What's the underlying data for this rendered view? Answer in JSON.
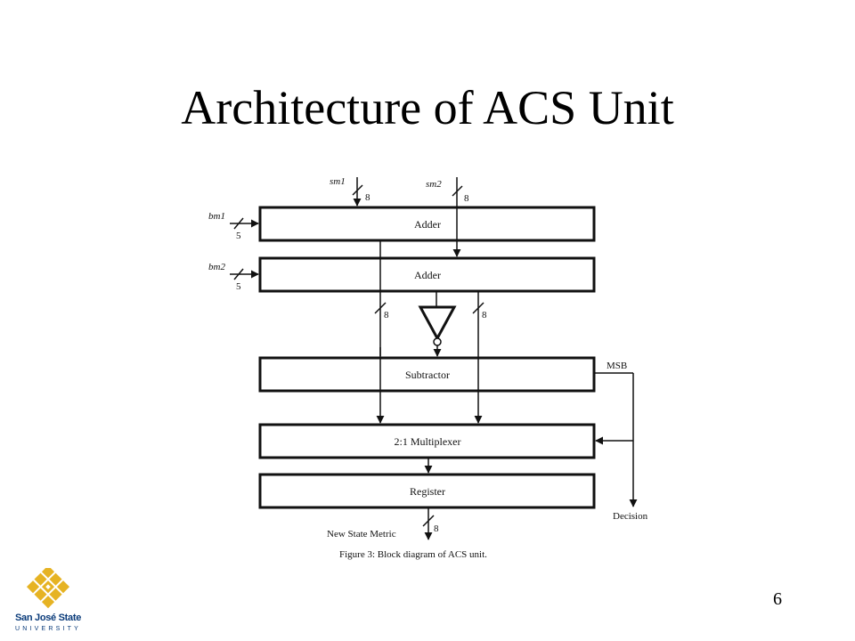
{
  "slide": {
    "title": "Architecture of ACS Unit",
    "page_number": "6"
  },
  "diagram": {
    "inputs": {
      "sm1": "sm1",
      "sm2": "sm2",
      "bm1": "bm1",
      "bm2": "bm2"
    },
    "bus_widths": {
      "sm1": "8",
      "sm2": "8",
      "bm1": "5",
      "bm2": "5",
      "adder1_out": "8",
      "adder2_out": "8",
      "output": "8"
    },
    "blocks": {
      "adder1": "Adder",
      "adder2": "Adder",
      "subtractor": "Subtractor",
      "mux": "2:1 Multiplexer",
      "register": "Register"
    },
    "labels": {
      "msb": "MSB",
      "decision": "Decision",
      "output": "New State Metric"
    },
    "caption": "Figure 3:  Block diagram of ACS unit."
  },
  "logo": {
    "name": "San José State",
    "subtitle": "UNIVERSITY",
    "colors": {
      "gold": "#e6b323",
      "navy": "#0a3b7a"
    }
  }
}
